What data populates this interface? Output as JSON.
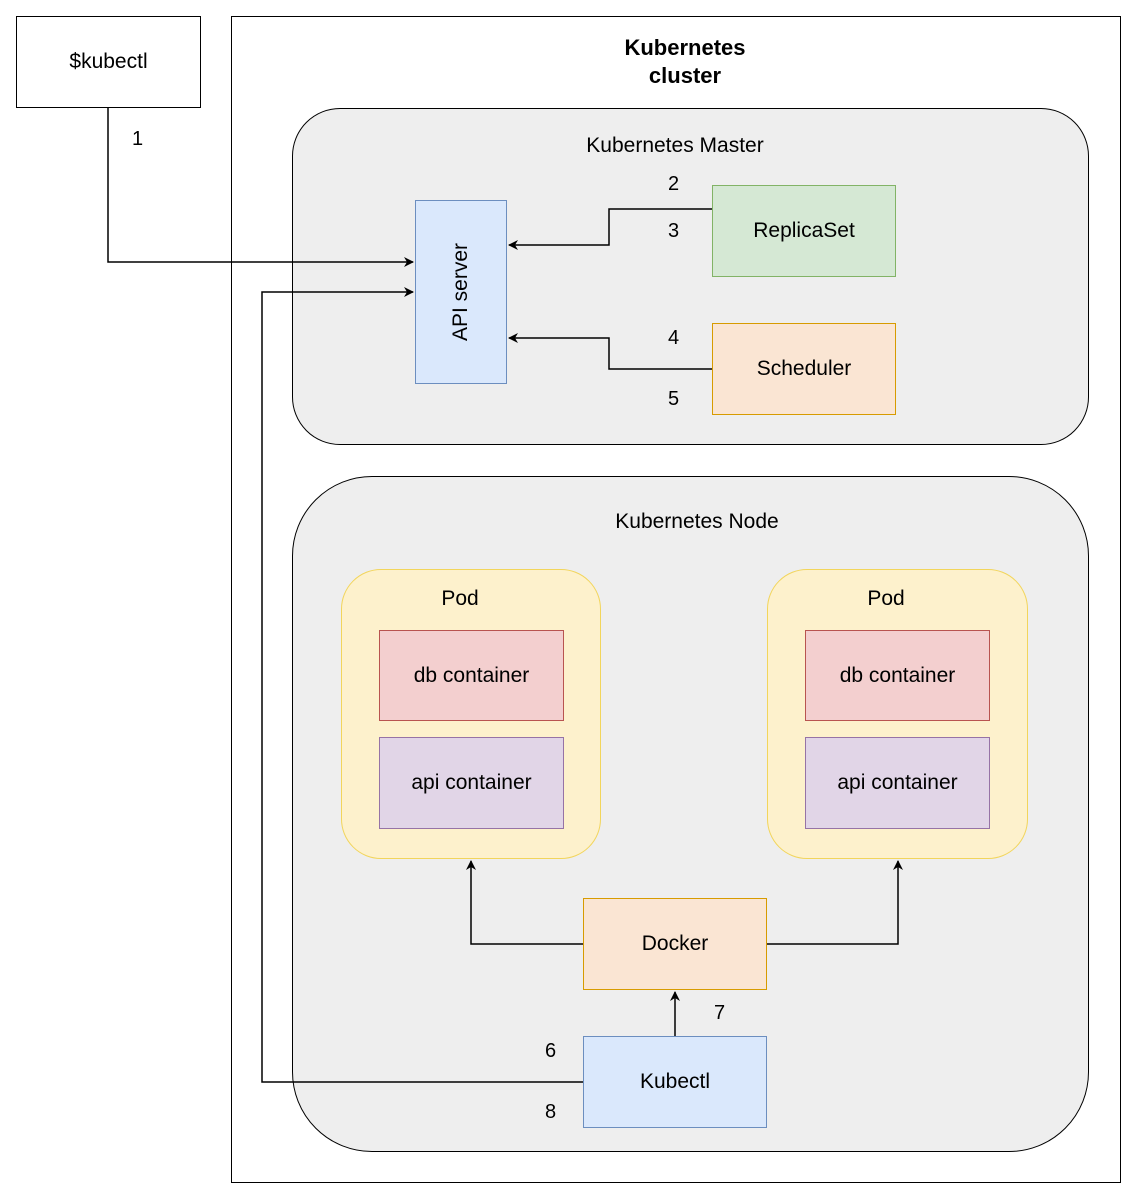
{
  "kubectl_client": {
    "label": "$kubectl"
  },
  "cluster": {
    "title_line1": "Kubernetes",
    "title_line2": "cluster"
  },
  "master": {
    "title": "Kubernetes Master",
    "api_server": "API server",
    "replicaset": "ReplicaSet",
    "scheduler": "Scheduler"
  },
  "node": {
    "title": "Kubernetes Node",
    "pods": [
      {
        "title": "Pod",
        "db": "db container",
        "api": "api container"
      },
      {
        "title": "Pod",
        "db": "db container",
        "api": "api container"
      }
    ],
    "docker": "Docker",
    "kubectl": "Kubectl"
  },
  "steps": [
    "1",
    "2",
    "3",
    "4",
    "5",
    "6",
    "7",
    "8"
  ],
  "colors": {
    "region_fill": "#eeeeee",
    "api_fill": "#dae8fc",
    "api_stroke": "#6c8ebf",
    "replicaset_fill": "#d5e8d4",
    "replicaset_stroke": "#82b366",
    "scheduler_fill": "#fae5d3",
    "scheduler_stroke": "#d79b00",
    "pod_fill": "#fdf1cc",
    "pod_stroke": "#f2d55b",
    "db_fill": "#f3cfcf",
    "db_stroke": "#b85450",
    "apic_fill": "#e1d5e7",
    "apic_stroke": "#9673a6"
  }
}
